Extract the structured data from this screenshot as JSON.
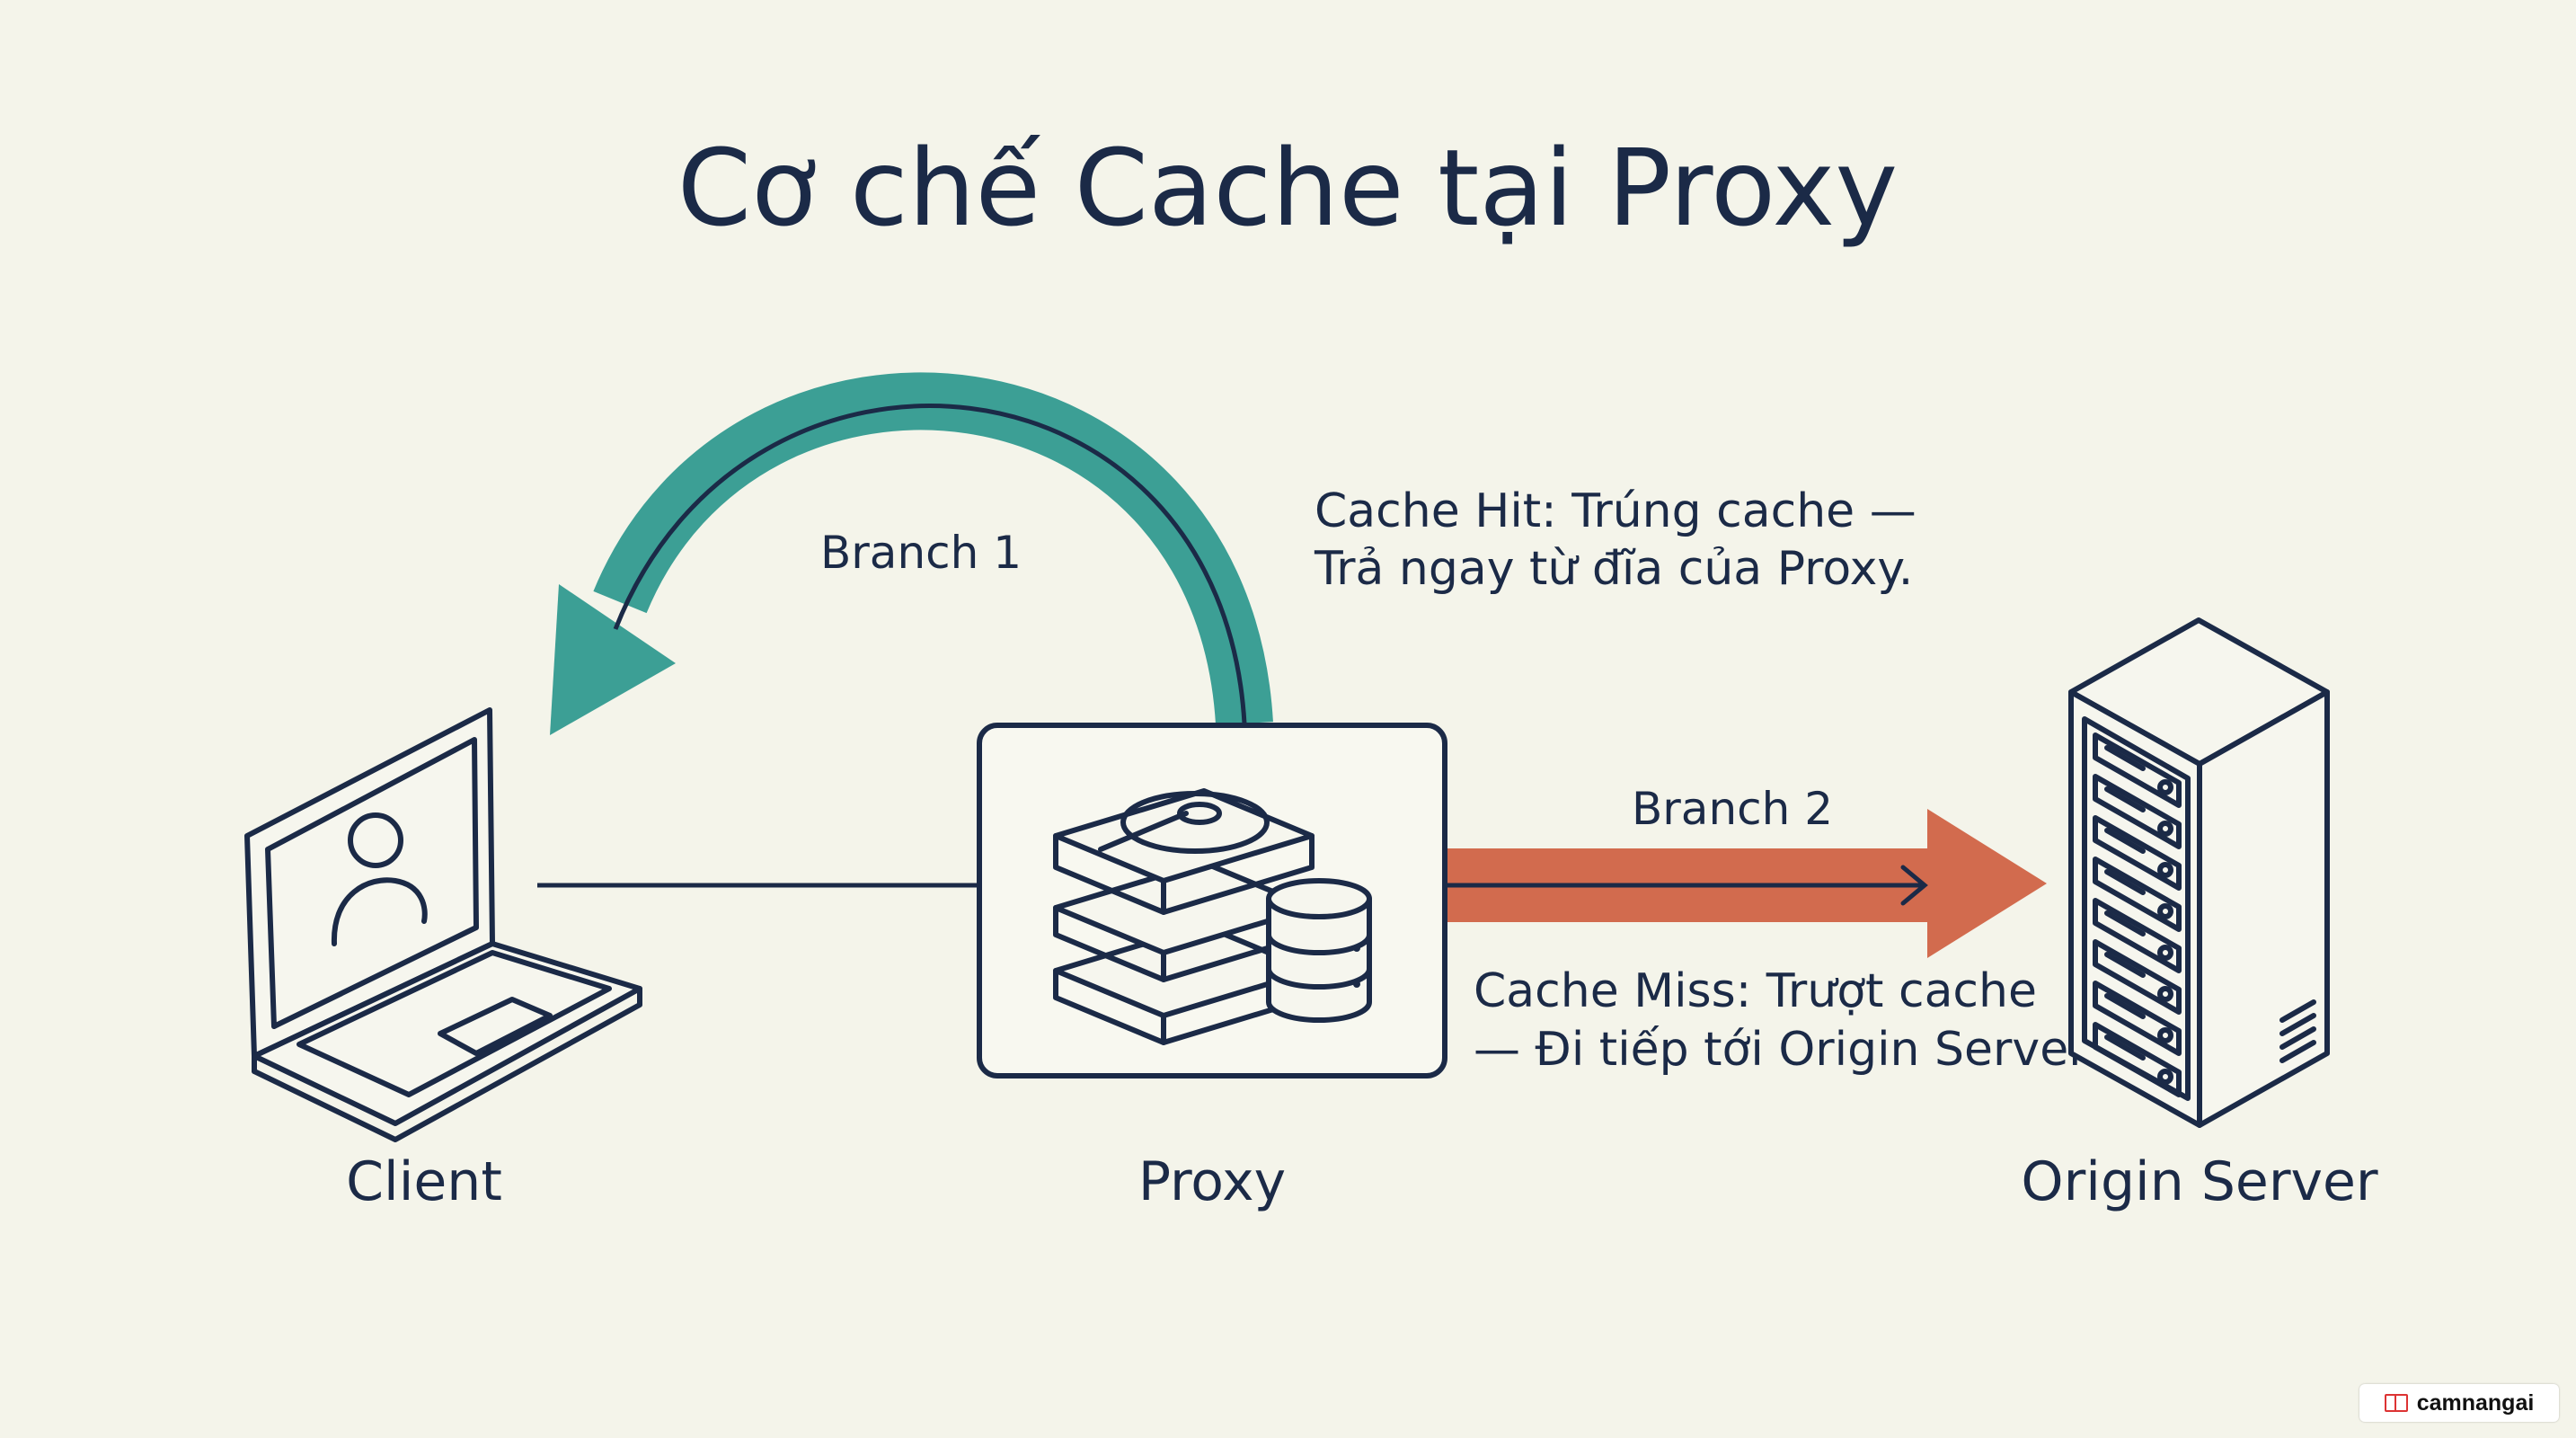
{
  "title": "Cơ chế Cache tại Proxy",
  "colors": {
    "background": "#f4f4ea",
    "ink": "#1b2a47",
    "hit_arrow": "#3c9f95",
    "miss_arrow": "#d26b4e"
  },
  "nodes": {
    "client": {
      "label": "Client",
      "icon": "laptop-user-icon"
    },
    "proxy": {
      "label": "Proxy",
      "icon": "disk-database-icon"
    },
    "origin": {
      "label": "Origin Server",
      "icon": "server-rack-icon"
    }
  },
  "branches": {
    "hit": {
      "label": "Branch 1",
      "note_line1": "Cache Hit: Trúng cache —",
      "note_line2": "Trả ngay từ đĩa của Proxy."
    },
    "miss": {
      "label": "Branch 2",
      "note_line1": "Cache Miss: Trượt cache",
      "note_line2": "— Đi tiếp tới Origin Server"
    }
  },
  "watermark": {
    "text": "camnangai",
    "icon": "book-icon"
  }
}
